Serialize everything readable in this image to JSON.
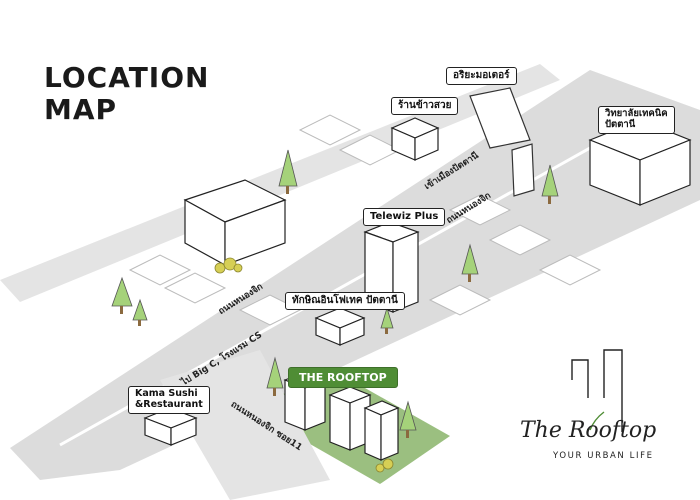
{
  "title": {
    "line1": "LOCATION",
    "line2": "MAP"
  },
  "places": {
    "ariya_motor": "อริยะมอเตอร์",
    "rice_shop": "ร้านข้าวสวย",
    "college_line1": "วิทยาลัยเทคนิค",
    "college_line2": "ปัตตานี",
    "telewiz": "Telewiz Plus",
    "technique_school": "ทักษิณอินโฟเทค ปัตตานี",
    "the_rooftop": "THE ROOFTOP",
    "kama_line1": "Kama Sushi",
    "kama_line2": "&Restaurant"
  },
  "roads": {
    "to_city": "เข้าเมืองปัตตานี",
    "nongchik_upper": "ถนนหนองจิก",
    "nongchik_main": "ถนนหนองจิก",
    "to_bigc": "ไป Big C, โรงแรม CS",
    "soi11": "ถนนหนองจิก ซอย11"
  },
  "logo": {
    "name": "The Rooftop",
    "tagline": "YOUR URBAN LIFE"
  },
  "colors": {
    "road": "#dcdcdc",
    "road_stripe": "#ffffff",
    "plot": "#8ab46a",
    "tree": "#a5d27a",
    "trunk": "#8b6a3f",
    "accent": "#4f8d35"
  }
}
